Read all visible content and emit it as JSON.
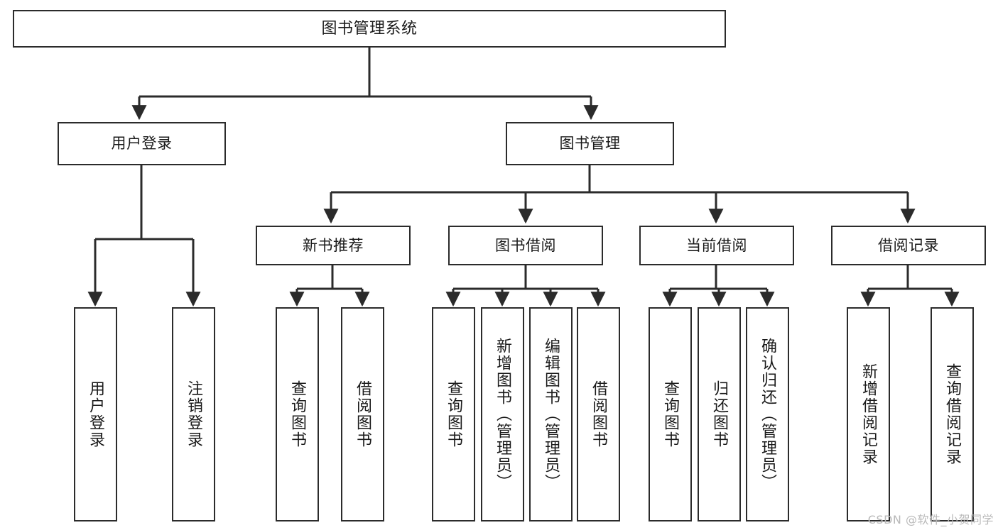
{
  "diagram": {
    "title": "图书管理系统",
    "watermark": "CSDN @软件_小贺同学",
    "colors": {
      "box_border": "#2b2b2b",
      "box_fill": "#ffffff",
      "connector": "#2b2b2b",
      "text": "#1a1a1a",
      "watermark": "#b9b9b9"
    },
    "root": {
      "label": "图书管理系统"
    },
    "level2": [
      {
        "label": "用户登录"
      },
      {
        "label": "图书管理"
      }
    ],
    "level3": [
      {
        "label": "新书推荐"
      },
      {
        "label": "图书借阅"
      },
      {
        "label": "当前借阅"
      },
      {
        "label": "借阅记录"
      }
    ],
    "leaves": {
      "user_login": [
        {
          "label": "用户登录"
        },
        {
          "label": "注销登录"
        }
      ],
      "new_book_recommend": [
        {
          "label": "查询图书"
        },
        {
          "label": "借阅图书"
        }
      ],
      "book_borrow": [
        {
          "label": "查询图书"
        },
        {
          "label": "新增图书（管理员）"
        },
        {
          "label": "编辑图书（管理员）"
        },
        {
          "label": "借阅图书"
        }
      ],
      "current_borrow": [
        {
          "label": "查询图书"
        },
        {
          "label": "归还图书"
        },
        {
          "label": "确认归还（管理员）"
        }
      ],
      "borrow_record": [
        {
          "label": "新增借阅记录"
        },
        {
          "label": "查询借阅记录"
        }
      ]
    }
  }
}
